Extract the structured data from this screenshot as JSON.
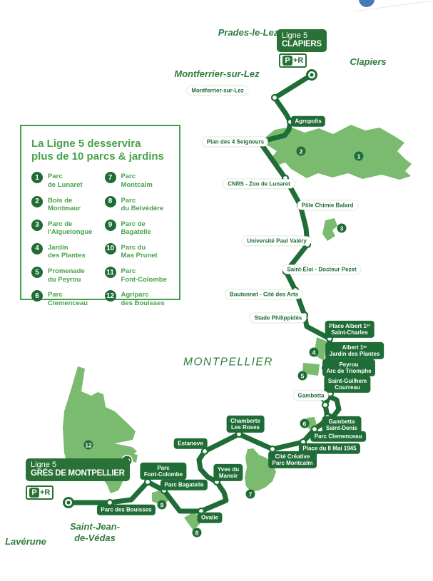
{
  "legend": {
    "title": "La Ligne 5 desservira\nplus de 10 parcs & jardins",
    "items": [
      {
        "num": "1",
        "label": "Parc\nde Lunaret"
      },
      {
        "num": "2",
        "label": "Bois de\nMontmaur"
      },
      {
        "num": "3",
        "label": "Parc de\nl'Aiguelongue"
      },
      {
        "num": "4",
        "label": "Jardin\ndes Plantes"
      },
      {
        "num": "5",
        "label": "Promenade\ndu Peyrou"
      },
      {
        "num": "6",
        "label": "Parc\nClemenceau"
      },
      {
        "num": "7",
        "label": "Parc\nMontcalm"
      },
      {
        "num": "8",
        "label": "Parc\ndu Belvédère"
      },
      {
        "num": "9",
        "label": "Parc de\nBagatelle"
      },
      {
        "num": "10",
        "label": "Parc du\nMas Prunet"
      },
      {
        "num": "11",
        "label": "Parc\nFont-Colombe"
      },
      {
        "num": "12",
        "label": "Agriparc\ndes Bouisses"
      }
    ]
  },
  "termini": {
    "north": {
      "line": "Ligne 5",
      "name": "CLAPIERS"
    },
    "south": {
      "line": "Ligne 5",
      "name": "GRÉS DE MONTPELLIER"
    },
    "park_ride": {
      "p": "P",
      "r": "+R"
    }
  },
  "places": {
    "prades": "Prades-le-Lez",
    "clapiers": "Clapiers",
    "montferrier": "Montferrier-sur-Lez",
    "montpellier": "MONTPELLIER",
    "saint_jean": "Saint-Jean-\nde-Védas",
    "laverune": "Lavérune"
  },
  "stops": [
    {
      "label": "Montferrier-sur-Lez"
    },
    {
      "label": "Agropolis"
    },
    {
      "label": "Plan des 4 Seigneurs"
    },
    {
      "label": "CNRS - Zoo de Lunaret"
    },
    {
      "label": "Pôle Chimie Balard"
    },
    {
      "label": "Université Paul Valéry"
    },
    {
      "label": "Saint-Éloi - Docteur Pezet"
    },
    {
      "label": "Boutonnet - Cité des Arts"
    },
    {
      "label": "Stade Philippidès"
    },
    {
      "label": "Place Albert 1ᵉʳ\nSaint-Charles"
    },
    {
      "label": "Albert 1ᵉʳ\nJardin des Plantes"
    },
    {
      "label": "Peyrou\nArc de Triomphe"
    },
    {
      "label": "Saint-Guilhem\nCourreau"
    },
    {
      "label": "Gambetta"
    },
    {
      "label": "Gambetta\nSaint-Denis"
    },
    {
      "label": "Parc Clemenceau"
    },
    {
      "label": "Place du 8 Mai 1945"
    },
    {
      "label": "Cité Créative\nParc Montcalm"
    },
    {
      "label": "Chamberte\nLes Roses"
    },
    {
      "label": "Estanove"
    },
    {
      "label": "Yves du\nManoir"
    },
    {
      "label": "Ovalie"
    },
    {
      "label": "Parc Bagatelle"
    },
    {
      "label": "Parc\nFont-Colombe"
    },
    {
      "label": "Parc des Bouisses"
    }
  ],
  "colors": {
    "line_dark_green": "#1f6c36",
    "park_light_green": "#7abb70",
    "legend_green": "#48a24b",
    "place_green": "#2e7d3c",
    "logo_blue": "#4579ba"
  }
}
